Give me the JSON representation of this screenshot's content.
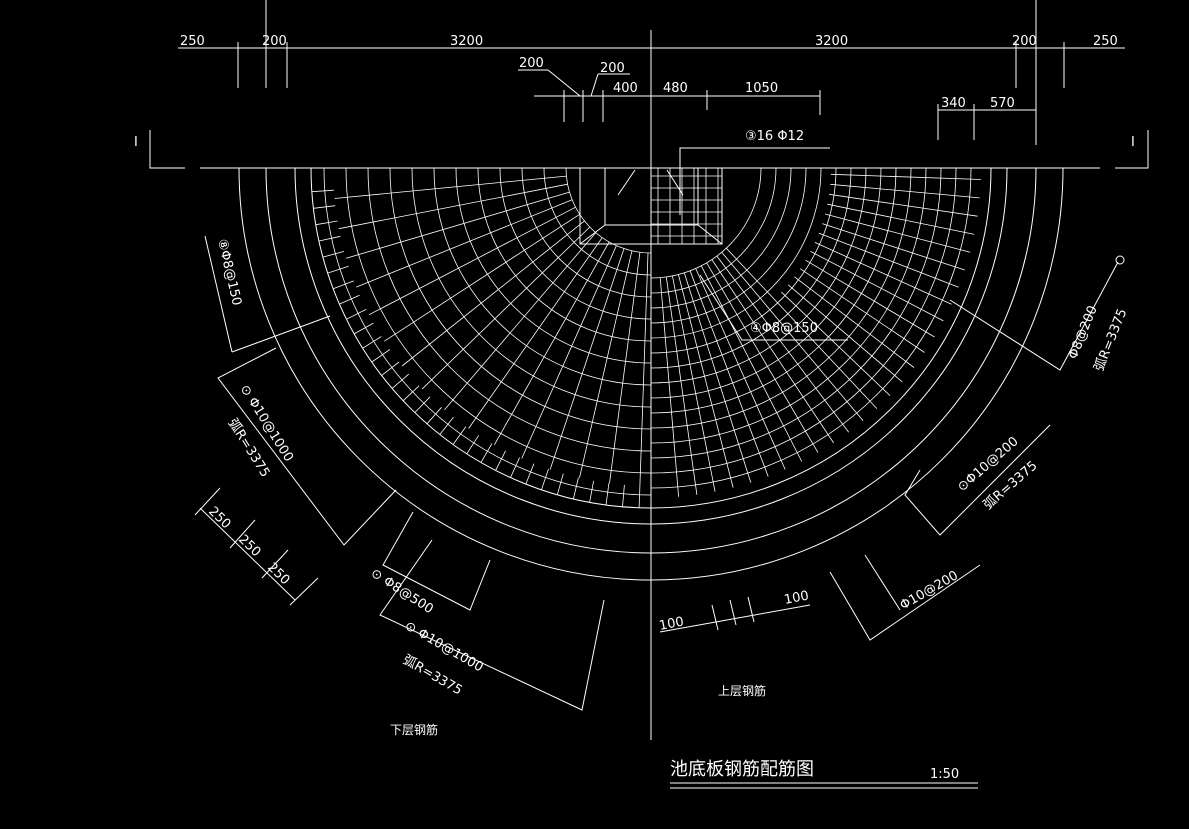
{
  "dims_top": {
    "left": [
      "250",
      "200",
      "3200"
    ],
    "right": [
      "3200",
      "200",
      "250"
    ],
    "center_left": [
      "200",
      "200",
      "400"
    ],
    "center_right": [
      "480",
      "1050"
    ],
    "right_small": [
      "340",
      "570"
    ]
  },
  "section_marks": {
    "left": "I",
    "right": "I"
  },
  "callouts": {
    "c3": "③16 Φ12",
    "c4": "④Φ8@150",
    "c8": "⑧Φ8@150",
    "r_f8_200": "Φ8@200",
    "r_len_1": "弧R=3375",
    "l_c10_1000": "⊙ Φ10@1000",
    "l_len_1": "弧R=3375",
    "l_c8_500": "⊙ Φ8@500",
    "l_c10_1000_b": "⊙ Φ10@1000",
    "l_len_2": "弧R=3375",
    "r_c10_200": "⊙Φ10@200",
    "r_len_2": "弧R=3375",
    "r_f10_200": "Φ10@200"
  },
  "dims_edge": {
    "a": "250",
    "b": "250",
    "c": "250"
  },
  "dims_bottom": {
    "a": "100",
    "b": "100"
  },
  "labels": {
    "upper": "上层钢筋",
    "lower": "下层钢筋"
  },
  "title": {
    "text": "池底板钢筋配筋图",
    "scale": "1:50"
  }
}
